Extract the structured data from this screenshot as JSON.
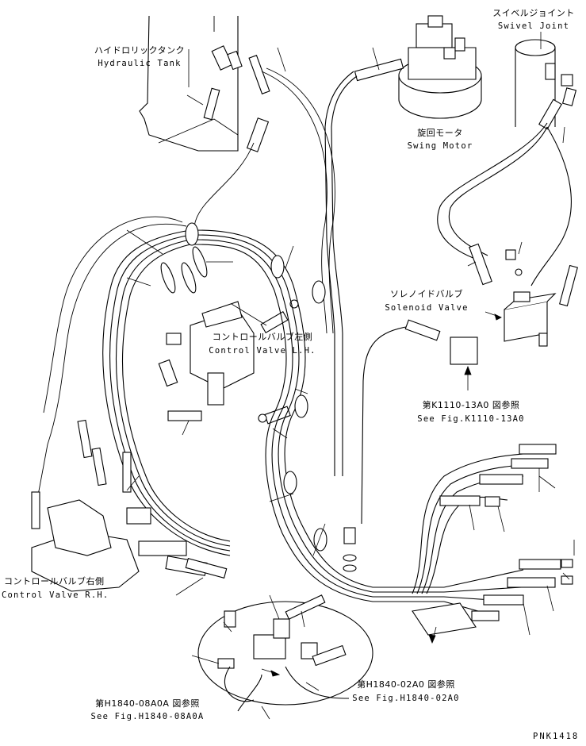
{
  "labels": {
    "hydraulic_tank_ja": "ハイドロリックタンク",
    "hydraulic_tank_en": "Hydraulic Tank",
    "swivel_joint_ja": "スイベルジョイント",
    "swivel_joint_en": "Swivel Joint",
    "swing_motor_ja": "旋回モータ",
    "swing_motor_en": "Swing Motor",
    "solenoid_valve_ja": "ソレノイドバルブ",
    "solenoid_valve_en": "Solenoid Valve",
    "control_valve_lh_ja": "コントロールバルブ左側",
    "control_valve_lh_en": "Control Valve L.H.",
    "control_valve_rh_ja": "コントロールバルブ右側",
    "control_valve_rh_en": "Control Valve R.H.",
    "ref_k1110_ja": "第K1110-13A0 図参照",
    "ref_k1110_en": "See Fig.K1110-13A0",
    "ref_h1840_02_ja": "第H1840-02A0 図参照",
    "ref_h1840_02_en": "See Fig.H1840-02A0",
    "ref_h1840_08_ja": "第H1840-08A0A 図参照",
    "ref_h1840_08_en": "See Fig.H1840-08A0A",
    "drawing_code": "PNK1418"
  }
}
